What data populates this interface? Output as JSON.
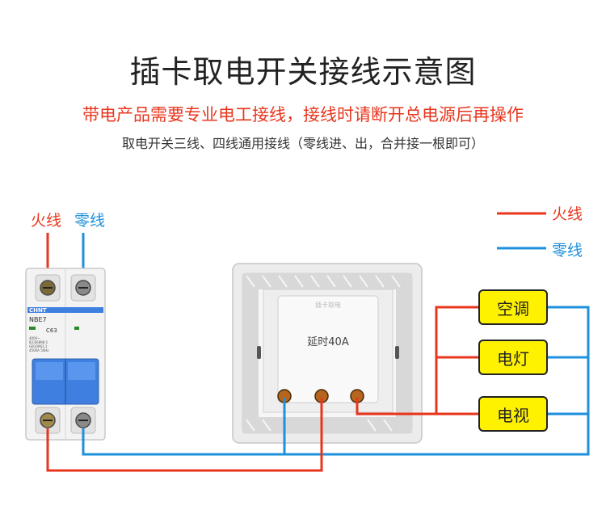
{
  "header": {
    "title": "插卡取电开关接线示意图",
    "warning": "带电产品需要专业电工接线，接线时请断开总电源后再操作",
    "subtitle": "取电开关三线、四线通用接线（零线进、出，合并接一根即可）"
  },
  "breaker": {
    "live_label": "火线",
    "neutral_label": "零线",
    "brand": "CHNT",
    "model": "NBE7",
    "rating": "C63",
    "spec_lines": [
      "400V~",
      "IEC60898-1",
      "GB10963.1",
      "4500A 50Hz"
    ]
  },
  "legend": {
    "live": "火线",
    "neutral": "零线"
  },
  "switch": {
    "top_label": "插卡取电",
    "delay_label": "延时40A"
  },
  "devices": [
    {
      "label": "空调"
    },
    {
      "label": "电灯"
    },
    {
      "label": "电视"
    }
  ],
  "colors": {
    "live": "#e8361d",
    "neutral": "#1e90dc",
    "device_fill": "#fff200",
    "breaker_blue": "#3f7fe0"
  }
}
